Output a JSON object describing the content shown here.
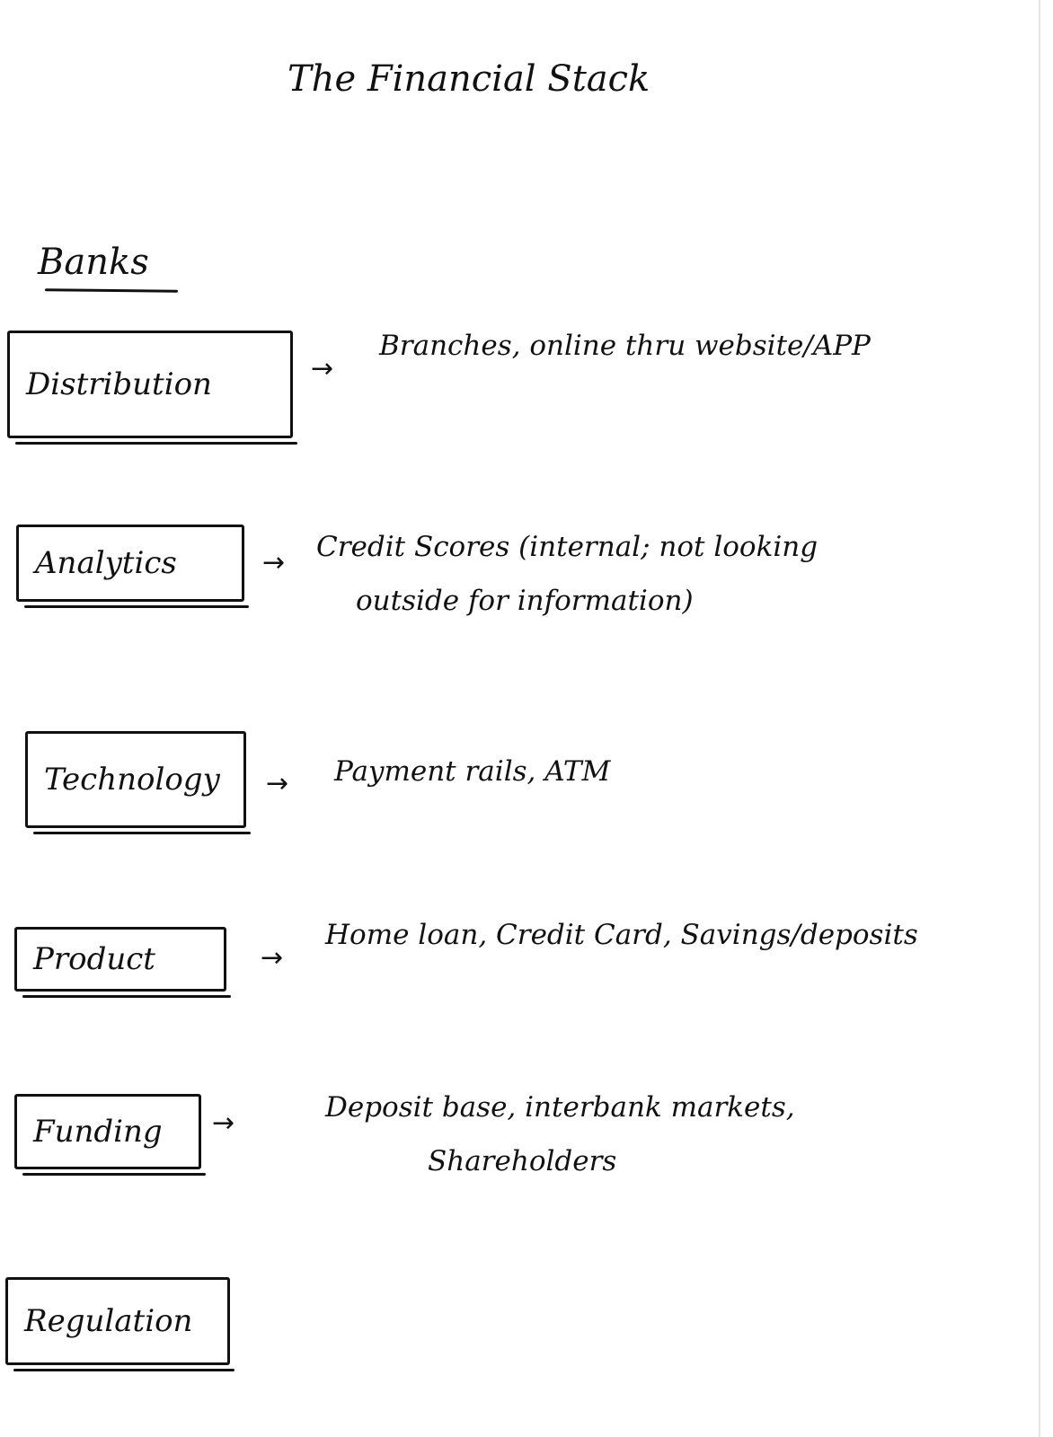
{
  "title": "The Financial Stack",
  "section": "Banks",
  "arrow_glyph": "→",
  "layers": [
    {
      "label": "Distribution",
      "description_lines": [
        "Branches, online thru website/APP"
      ]
    },
    {
      "label": "Analytics",
      "description_lines": [
        "Credit Scores (internal; not looking",
        "outside for information)"
      ]
    },
    {
      "label": "Technology",
      "description_lines": [
        "Payment rails, ATM"
      ]
    },
    {
      "label": "Product",
      "description_lines": [
        "Home loan, Credit Card, Savings/deposits"
      ]
    },
    {
      "label": "Funding",
      "description_lines": [
        "Deposit base, interbank markets,",
        "Shareholders"
      ]
    },
    {
      "label": "Regulation",
      "description_lines": []
    }
  ]
}
